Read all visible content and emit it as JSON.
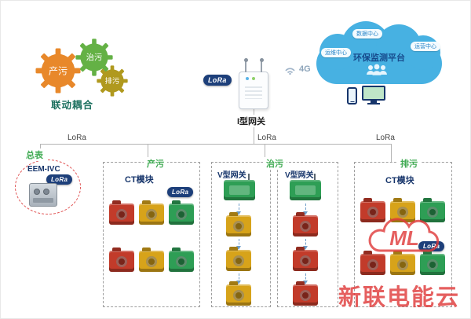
{
  "colors": {
    "gear_orange": "#e8882a",
    "gear_green": "#64b145",
    "gear_olive": "#b0991e",
    "group_label_green": "#3faa52",
    "navy_text": "#17356b",
    "lora_badge_bg": "#1d3f7a",
    "cloud_blue": "#47b1e2",
    "device_red": "#c23b2a",
    "device_yellow": "#d7a31a",
    "device_green": "#2e9e55",
    "watermark_red": "#e03c3c",
    "line_gray": "#b5b5b5"
  },
  "gears": {
    "gear1_label": "产污",
    "gear2_label": "治污",
    "gear3_label": "排污",
    "caption": "联动耦合"
  },
  "gateway": {
    "lora_badge": "LoRa",
    "label": "I型网关",
    "net_label": "4G"
  },
  "cloud": {
    "title": "环保监测平台",
    "bubble_top": "数据中心",
    "bubble_left": "运维中心",
    "bubble_right": "运营中心"
  },
  "bus": {
    "lora_left": "LoRa",
    "lora_center": "LoRa",
    "lora_right": "LoRa"
  },
  "master_meter": {
    "label": "总表",
    "model": "EEM-IVC",
    "lora_badge": "LoRa"
  },
  "group_chanwu": {
    "label": "产污",
    "module_label": "CT模块",
    "lora_badge": "LoRa",
    "module_rows": [
      [
        "red",
        "yellow",
        "green"
      ],
      [
        "red",
        "yellow",
        "green"
      ]
    ]
  },
  "group_zhiwu": {
    "label": "治污",
    "gateway_left_label": "V型网关",
    "gateway_right_label": "V型网关",
    "left_chain": [
      "yellow",
      "yellow",
      "yellow"
    ],
    "right_chain": [
      "red",
      "red",
      "red"
    ]
  },
  "group_paiwu": {
    "label": "排污",
    "module_label": "CT模块",
    "lora_badge": "LoRa",
    "module_rows": [
      [
        "red",
        "yellow",
        "green"
      ],
      [
        "red",
        "yellow",
        "green"
      ]
    ]
  },
  "watermark": {
    "logo": "ML",
    "text": "新联电能云"
  }
}
